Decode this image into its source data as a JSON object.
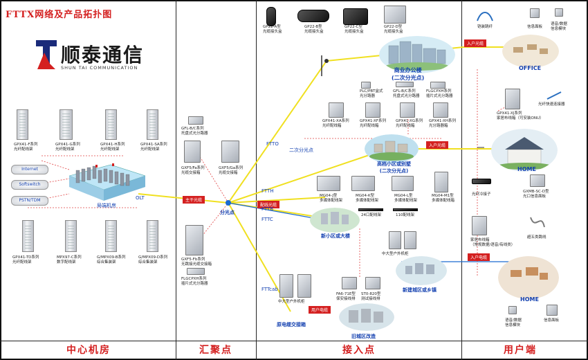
{
  "title": "FTTX网络及产品拓扑图",
  "logo": {
    "name": "顺泰通信",
    "sub": "SHUN TAI COMMUNICATION",
    "mark": "logo-mark-icon"
  },
  "sections": {
    "central": "中心机房",
    "aggregation": "汇聚点",
    "access": "接入点",
    "user": "用户端"
  },
  "central": {
    "top_cabinets": [
      {
        "l1": "GPX41-F系列",
        "l2": "光纤配线架"
      },
      {
        "l1": "GPX41-G系列",
        "l2": "光纤配线架"
      },
      {
        "l1": "GPX41-H系列",
        "l2": "光纤配线架"
      },
      {
        "l1": "GPX41-SA系列",
        "l2": "光纤配线架"
      }
    ],
    "networks": [
      "Internet",
      "Softswitch",
      "PSTN/TDM"
    ],
    "olt": "OLT",
    "room": "局端机房",
    "bottom_cabinets": [
      {
        "l1": "GPX41-TD系列",
        "l2": "光纤配线架"
      },
      {
        "l1": "MPX97-C系列",
        "l2": "数字配线架"
      },
      {
        "l1": "G/MPX09-B系列",
        "l2": "综合集装架"
      },
      {
        "l1": "G/MPX09-D系列",
        "l2": "综合集装架"
      }
    ]
  },
  "aggregation": {
    "items": [
      {
        "l1": "GFL-B/C系列",
        "l2": "托盘式光分路器"
      },
      {
        "l1": "GXF5/Fa系列",
        "l2": "光缆交接箱"
      },
      {
        "l1": "GXF5/Ga系列",
        "l2": "光缆交接箱"
      },
      {
        "l1": "GXF5-Fb系列",
        "l2": "无跳接光缆交接箱"
      },
      {
        "l1": "FLGCPXH系列",
        "l2": "插片式光分路器"
      }
    ],
    "trunk_tag": "主干光缆",
    "splitter": "分光点"
  },
  "access": {
    "closures": [
      {
        "l1": "GP22-A型",
        "l2": "光缆接头盒"
      },
      {
        "l1": "GP22-B型",
        "l2": "光缆接头盒"
      },
      {
        "l1": "GP22-C型",
        "l2": "光缆接头盒"
      },
      {
        "l1": "GP22-D型",
        "l2": "光缆接头盒"
      }
    ],
    "office_building": {
      "l1": "商业办公楼",
      "l2": "(二次分光点)"
    },
    "splitters": [
      {
        "l1": "PLC/PBT盒式",
        "l2": "光分路器"
      },
      {
        "l1": "GFL-B/C系列",
        "l2": "托盘式光分路器"
      },
      {
        "l1": "FLGCPXH系列",
        "l2": "插片式光分路器"
      }
    ],
    "wall_boxes": [
      {
        "l1": "GPX41-XA系列",
        "l2": "光纤配线箱"
      },
      {
        "l1": "GPX41-XF系列",
        "l2": "光纤配线箱"
      },
      {
        "l1": "GPX41-XG系列",
        "l2": "光纤配线箱"
      },
      {
        "l1": "GPX41-XH系列",
        "l2": "光分路器箱"
      }
    ],
    "secondary": "二次分光点",
    "villa": {
      "l1": "高档小区或别墅",
      "l2": "(二次分光点)"
    },
    "fttx": [
      "FTTO",
      "FTTH",
      "FTTB",
      "FTTC",
      "FTTcab"
    ],
    "distribution_tag": "配线光缆",
    "mdf": [
      {
        "l1": "MG04-J型",
        "l2": "多媒体配线架"
      },
      {
        "l1": "MG04-K型",
        "l2": "多媒体配线架"
      },
      {
        "l1": "MG04-L型",
        "l2": "多媒体配线架"
      },
      {
        "l1": "MG04-M1型",
        "l2": "多媒体配线箱"
      }
    ],
    "patch_24": "24口配线架",
    "patch_110": "110配线架",
    "community": "新小区或大楼",
    "outdoor_cab": "中大型户外机柜",
    "new_town": "新建城区或乡镇",
    "cabinet_main": "中大型户外机柜",
    "cross_box": "原电缆交接箱",
    "fa": {
      "l1": "FA6-71E型",
      "l2": "保安接线排"
    },
    "st": {
      "l1": "ST0-820型",
      "l2": "测试接线排"
    },
    "old_town": "旧城区改造",
    "copper_tag": "用户电缆"
  },
  "user": {
    "top_items": [
      {
        "l1": "铠装跳纤",
        "l2": ""
      },
      {
        "l1": "信息面板",
        "l2": ""
      },
      {
        "l1": "语音/数据",
        "l2": "信息模块"
      }
    ],
    "user_tag_1": "入户光缆",
    "office": "OFFICE",
    "home_box": {
      "l1": "GPX41-XJ系列",
      "l2": "家居布线箱（可安装ONU）"
    },
    "fast_conn": "光纤快速连接器",
    "user_tag_2": "入户光缆",
    "home": "HOME",
    "cold_splice": "光纤冷接子",
    "gxmb": {
      "l1": "GXMB-SC-D型",
      "l2": "光口信息面板"
    },
    "wiring_box": {
      "l1": "家居布线箱",
      "l2": "（常规数据/语音/有线类）"
    },
    "cat5": "超五类跳线",
    "user_tag_3": "入户电缆",
    "home2": "HOME",
    "bottom_items": [
      {
        "l1": "语音/数据",
        "l2": "信息模块"
      },
      {
        "l1": "信息面板",
        "l2": ""
      }
    ]
  },
  "colors": {
    "red": "#d42020",
    "blue": "#1340b0",
    "line_yellow": "#f0e020",
    "line_blue": "#2aa0e0"
  }
}
